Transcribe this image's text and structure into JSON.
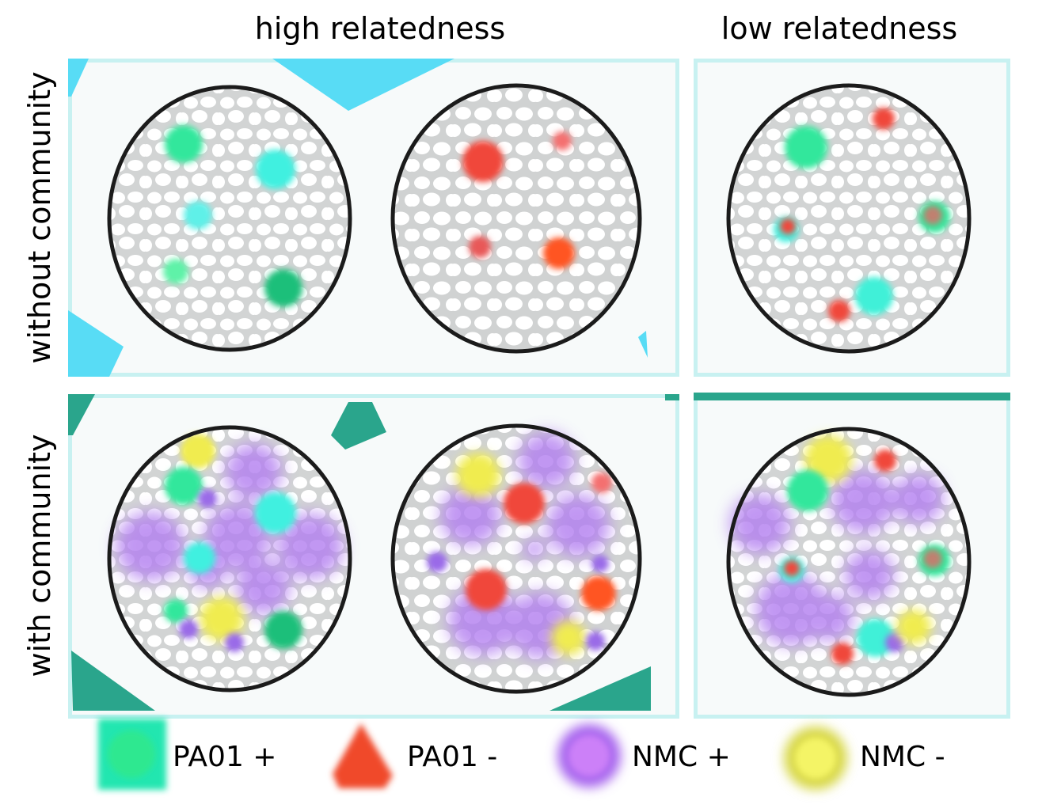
{
  "column_headers": [
    "high relatedness",
    "low relatedness"
  ],
  "row_headers": [
    "without community",
    "with community"
  ],
  "legend": [
    {
      "label": "PA01 +",
      "color": "#2ee8a0",
      "shape": "circle-icon"
    },
    {
      "label": "PA01 -",
      "color": "#f04a2a",
      "shape": "triangle-icon"
    },
    {
      "label": "NMC +",
      "color": "#c07af0",
      "shape": "circle-icon"
    },
    {
      "label": "NMC -",
      "color": "#f2f060",
      "shape": "circle-icon"
    }
  ],
  "colors": {
    "pa01_plus": "#33e79c",
    "pa01_plus_cyan": "#3ff0e0",
    "pa01_plus_dark": "#1fbf7a",
    "pa01_minus": "#f0473a",
    "pa01_minus_orange": "#ff5520",
    "nmc_plus": "#b27ef0",
    "nmc_minus": "#f0ec50",
    "row1_accent": "#58dcf5",
    "row2_accent": "#2aa58c",
    "panel_border": "#c8f1f1"
  }
}
